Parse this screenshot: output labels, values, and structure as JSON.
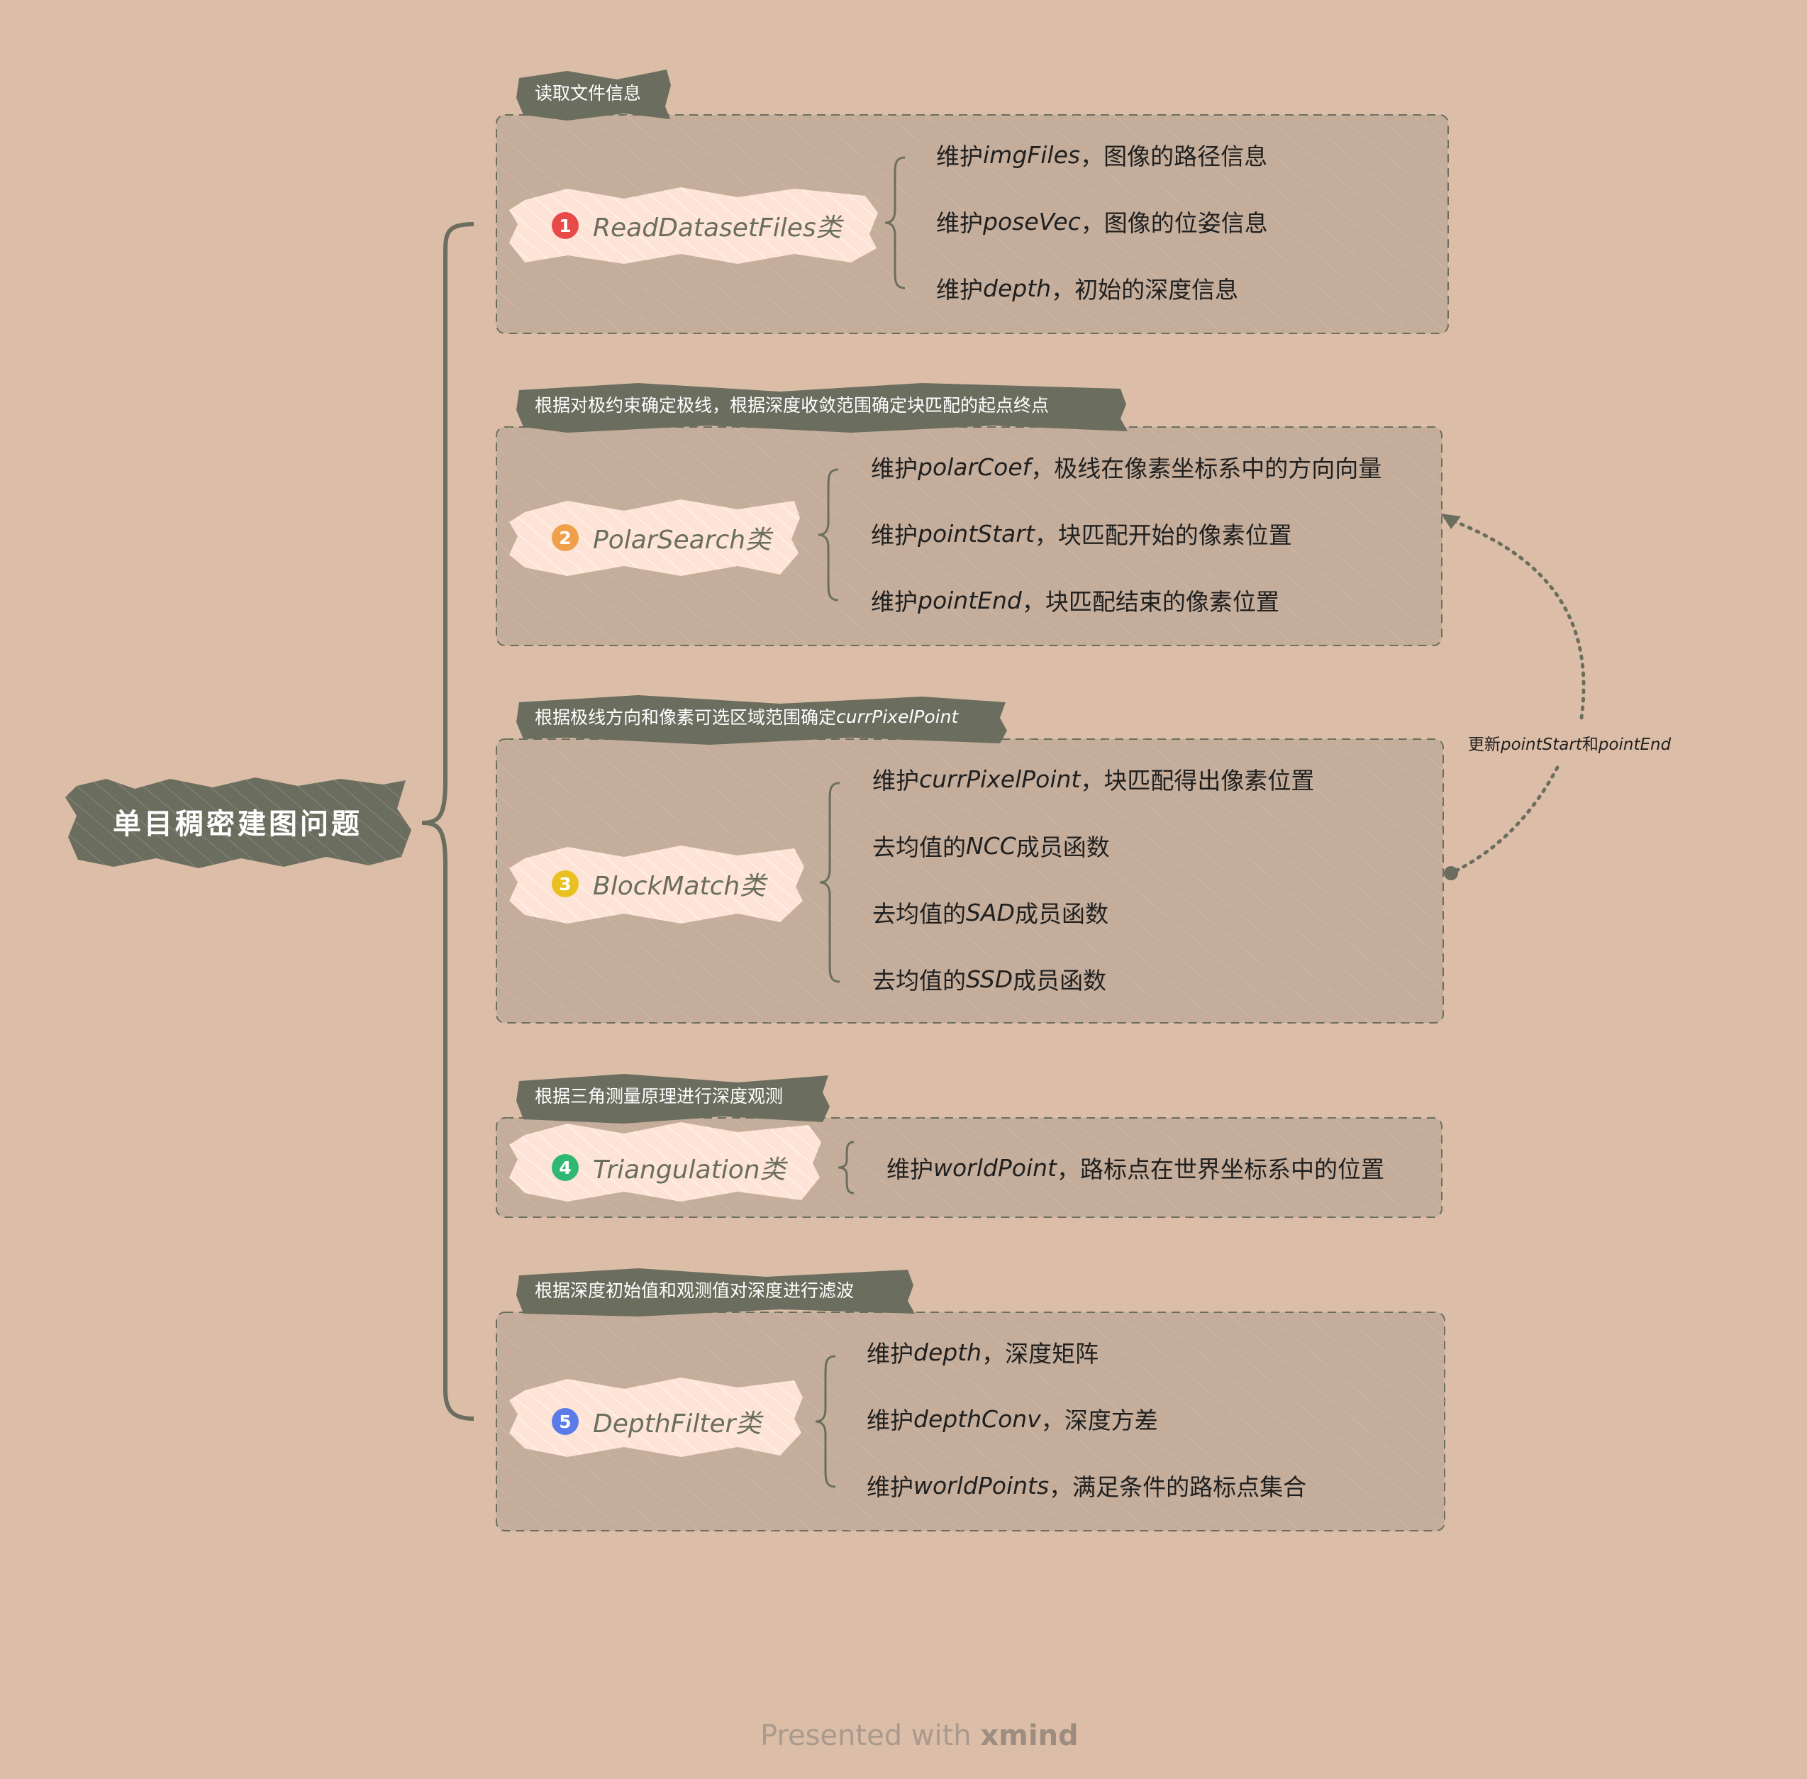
{
  "root": {
    "label": "单目稠密建图问题"
  },
  "colors": {
    "background": "#dcbea8",
    "panel": "#c4ad9b",
    "dark_olive": "#6b6e5e",
    "node_fill": "#fde4d6",
    "badge_1": "#e84a4a",
    "badge_2": "#f0a04b",
    "badge_3": "#e8c020",
    "badge_4": "#2eb872",
    "badge_5": "#5b7be8"
  },
  "groups": [
    {
      "label": "读取文件信息",
      "badge": "1",
      "node": "ReadDatasetFiles类",
      "leaves": [
        {
          "prefix": "维护",
          "code": "imgFiles",
          "suffix": "，图像的路径信息"
        },
        {
          "prefix": "维护",
          "code": "poseVec",
          "suffix": "，图像的位姿信息"
        },
        {
          "prefix": "维护",
          "code": "depth",
          "suffix": "，初始的深度信息"
        }
      ]
    },
    {
      "label": "根据对极约束确定极线，根据深度收敛范围确定块匹配的起点终点",
      "badge": "2",
      "node": "PolarSearch类",
      "leaves": [
        {
          "prefix": "维护",
          "code": "polarCoef",
          "suffix": "，极线在像素坐标系中的方向向量"
        },
        {
          "prefix": "维护",
          "code": "pointStart",
          "suffix": "，块匹配开始的像素位置"
        },
        {
          "prefix": "维护",
          "code": "pointEnd",
          "suffix": "，块匹配结束的像素位置"
        }
      ]
    },
    {
      "label_prefix": "根据极线方向和像素可选区域范围确定",
      "label_code": "currPixelPoint",
      "badge": "3",
      "node": "BlockMatch类",
      "leaves": [
        {
          "prefix": "维护",
          "code": "currPixelPoint",
          "suffix": "，块匹配得出像素位置"
        },
        {
          "prefix": "去均值的",
          "code": "NCC",
          "suffix": "成员函数"
        },
        {
          "prefix": "去均值的",
          "code": "SAD",
          "suffix": "成员函数"
        },
        {
          "prefix": "去均值的",
          "code": "SSD",
          "suffix": "成员函数"
        }
      ]
    },
    {
      "label": "根据三角测量原理进行深度观测",
      "badge": "4",
      "node": "Triangulation类",
      "leaves": [
        {
          "prefix": "维护",
          "code": "worldPoint",
          "suffix": "，路标点在世界坐标系中的位置"
        }
      ]
    },
    {
      "label": "根据深度初始值和观测值对深度进行滤波",
      "badge": "5",
      "node": "DepthFilter类",
      "leaves": [
        {
          "prefix": "维护",
          "code": "depth",
          "suffix": "，深度矩阵"
        },
        {
          "prefix": "维护",
          "code": "depthConv",
          "suffix": "，深度方差"
        },
        {
          "prefix": "维护",
          "code": "worldPoints",
          "suffix": "，满足条件的路标点集合"
        }
      ]
    }
  ],
  "relation": {
    "prefix": "更新",
    "code_a": "pointStart",
    "mid": "和",
    "code_b": "pointEnd"
  },
  "footer": {
    "text": "Presented with ",
    "brand": "xmind"
  }
}
